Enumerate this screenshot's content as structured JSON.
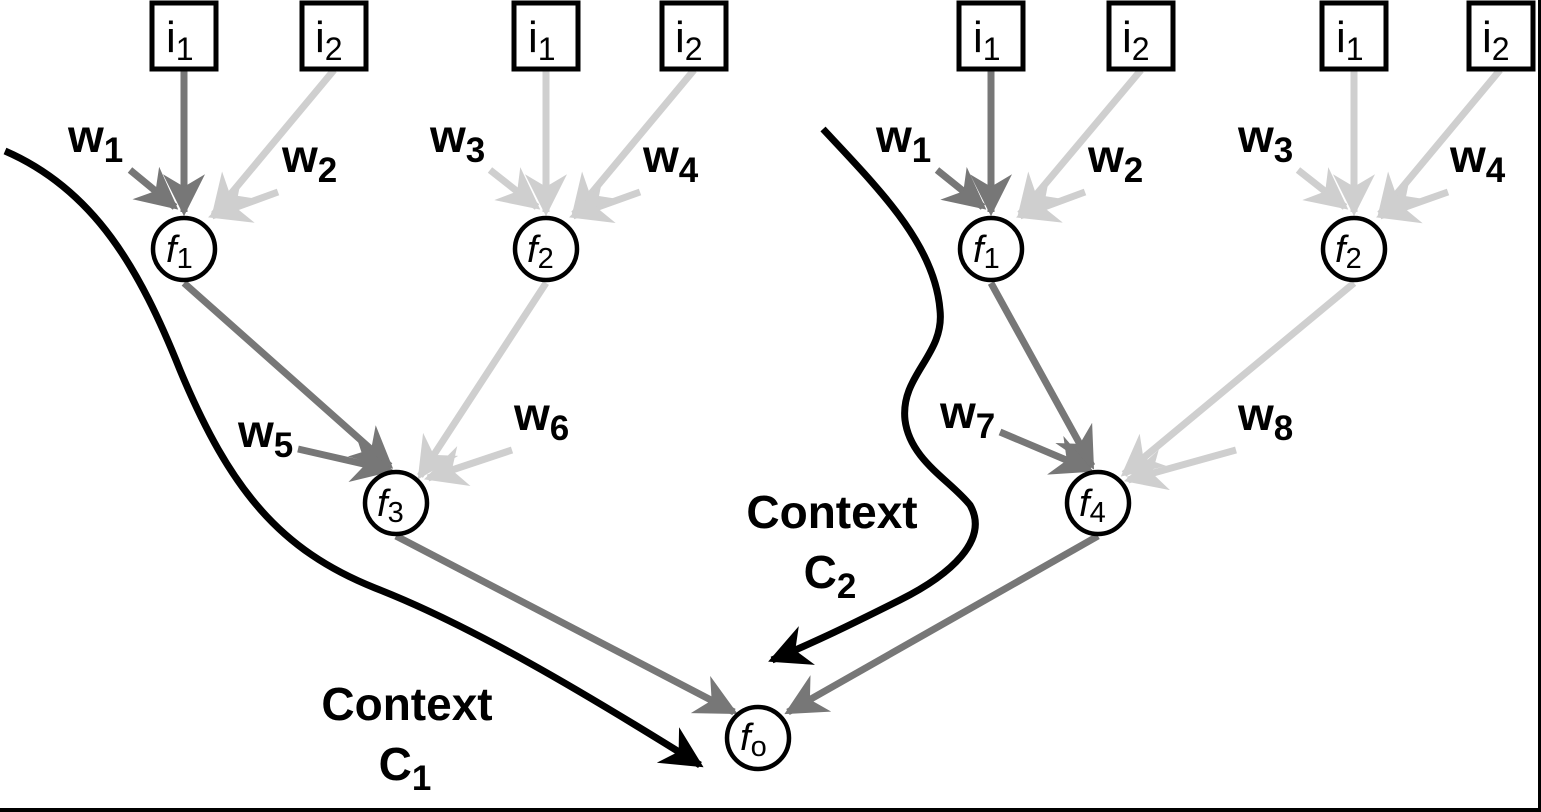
{
  "colors": {
    "dark_edge": "#777777",
    "light_edge": "#cfcfcf",
    "context_path": "#000000"
  },
  "inputs": {
    "i1": {
      "base": "i",
      "sub": "1"
    },
    "i2": {
      "base": "i",
      "sub": "2"
    }
  },
  "nodes": {
    "f1": {
      "base": "f",
      "sub": "1"
    },
    "f2": {
      "base": "f",
      "sub": "2"
    },
    "f3": {
      "base": "f",
      "sub": "3"
    },
    "f4": {
      "base": "f",
      "sub": "4"
    },
    "fo": {
      "base": "f",
      "sub": "o"
    }
  },
  "weights": {
    "w1": {
      "base": "w",
      "sub": "1"
    },
    "w2": {
      "base": "w",
      "sub": "2"
    },
    "w3": {
      "base": "w",
      "sub": "3"
    },
    "w4": {
      "base": "w",
      "sub": "4"
    },
    "w5": {
      "base": "w",
      "sub": "5"
    },
    "w6": {
      "base": "w",
      "sub": "6"
    },
    "w7": {
      "base": "w",
      "sub": "7"
    },
    "w8": {
      "base": "w",
      "sub": "8"
    }
  },
  "contexts": {
    "c1": {
      "line1": "Context",
      "base": "C",
      "sub": "1"
    },
    "c2": {
      "line1": "Context",
      "base": "C",
      "sub": "2"
    }
  }
}
